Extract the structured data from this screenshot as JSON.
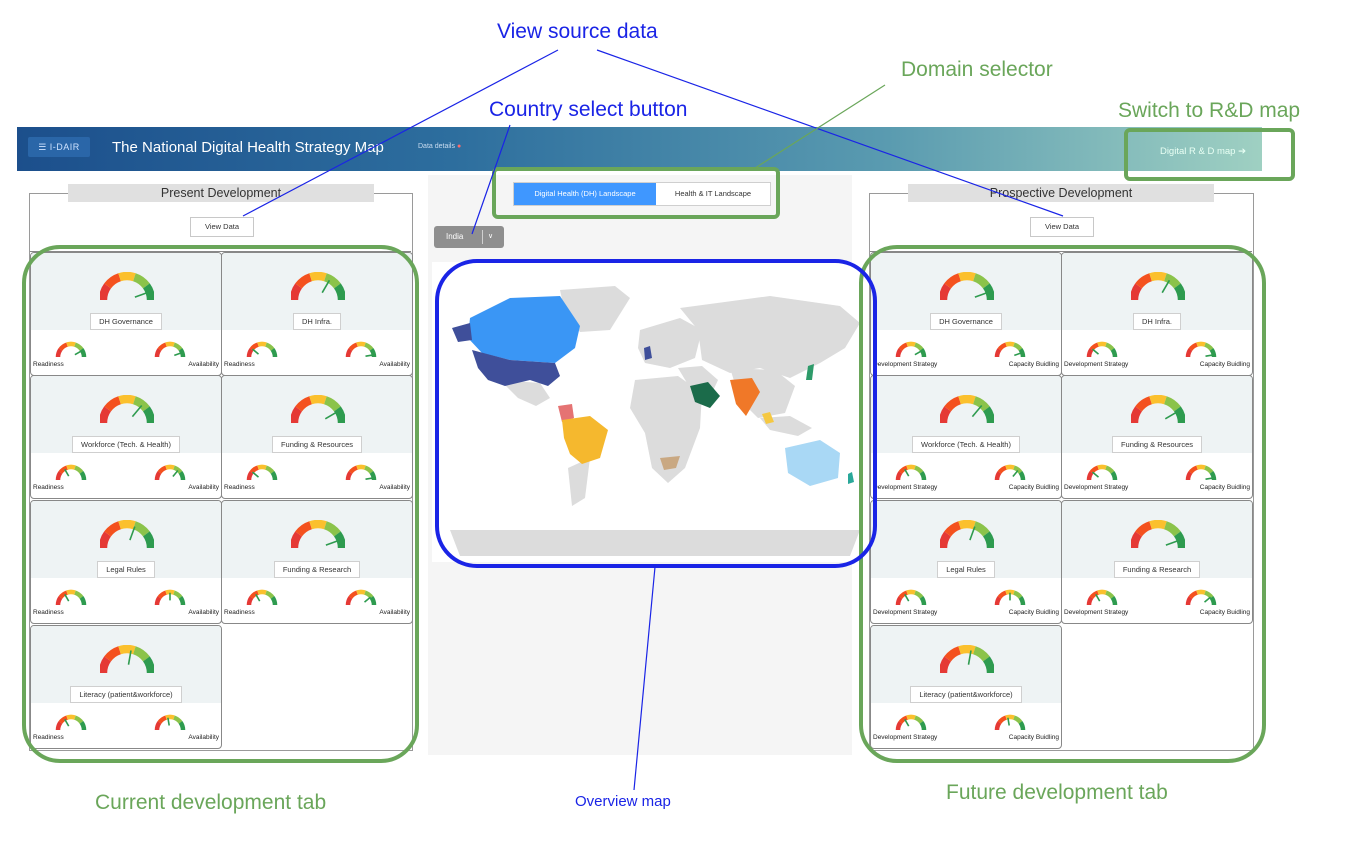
{
  "annotations": {
    "view_source_data": "View source data",
    "country_select_button": "Country select button",
    "domain_selector": "Domain selector",
    "switch_rd_map": "Switch to R&D map",
    "current_dev_tab": "Current development tab",
    "overview_map": "Overview map",
    "future_dev_tab": "Future development tab"
  },
  "header": {
    "logo": "☰ I-DAIR",
    "title": "The National Digital Health Strategy Map",
    "data_details": "Data details",
    "rd_button": "Digital R & D map ➔"
  },
  "domain_tabs": [
    "Digital Health (DH) Landscape",
    "Health & IT Landscape"
  ],
  "country": {
    "selected": "India",
    "chevron": "∨"
  },
  "present": {
    "title": "Present Development",
    "view_data": "View Data",
    "cards": [
      {
        "name": "DH Governance",
        "labels": [
          "Readiness",
          "Availability"
        ]
      },
      {
        "name": "DH Infra.",
        "labels": [
          "Readiness",
          "Availability"
        ]
      },
      {
        "name": "Workforce (Tech. & Health)",
        "labels": [
          "Readiness",
          "Availability"
        ]
      },
      {
        "name": "Funding & Resources",
        "labels": [
          "Readiness",
          "Availability"
        ]
      },
      {
        "name": "Legal Rules",
        "labels": [
          "Readiness",
          "Availability"
        ]
      },
      {
        "name": "Funding & Research",
        "labels": [
          "Readiness",
          "Availability"
        ]
      },
      {
        "name": "Literacy (patient&workforce)",
        "labels": [
          "Readiness",
          "Availability"
        ]
      }
    ]
  },
  "prospective": {
    "title": "Prospective Development",
    "view_data": "View Data",
    "cards": [
      {
        "name": "DH Governance",
        "labels": [
          "Development Strategy",
          "Capacity Buidling"
        ]
      },
      {
        "name": "DH Infra.",
        "labels": [
          "Development Strategy",
          "Capacity Buidling"
        ]
      },
      {
        "name": "Workforce (Tech. & Health)",
        "labels": [
          "Development Strategy",
          "Capacity Buidling"
        ]
      },
      {
        "name": "Funding & Resources",
        "labels": [
          "Development Strategy",
          "Capacity Buidling"
        ]
      },
      {
        "name": "Legal Rules",
        "labels": [
          "Development Strategy",
          "Capacity Buidling"
        ]
      },
      {
        "name": "Funding & Research",
        "labels": [
          "Development Strategy",
          "Capacity Buidling"
        ]
      },
      {
        "name": "Literacy (patient&workforce)",
        "labels": [
          "Development Strategy",
          "Capacity Buidling"
        ]
      }
    ]
  },
  "colors": {
    "annotation_blue": "#1a24e6",
    "annotation_green": "#6aa65a",
    "tab_active": "#3f97ff",
    "map_land": "#dcdcdc",
    "map_usa": "#3f4f9a",
    "map_canada": "#3a96f5",
    "map_india": "#f07828",
    "map_brazil": "#f5b82e",
    "map_saudi": "#1b6b4a",
    "map_australia": "#a9d8f5"
  }
}
